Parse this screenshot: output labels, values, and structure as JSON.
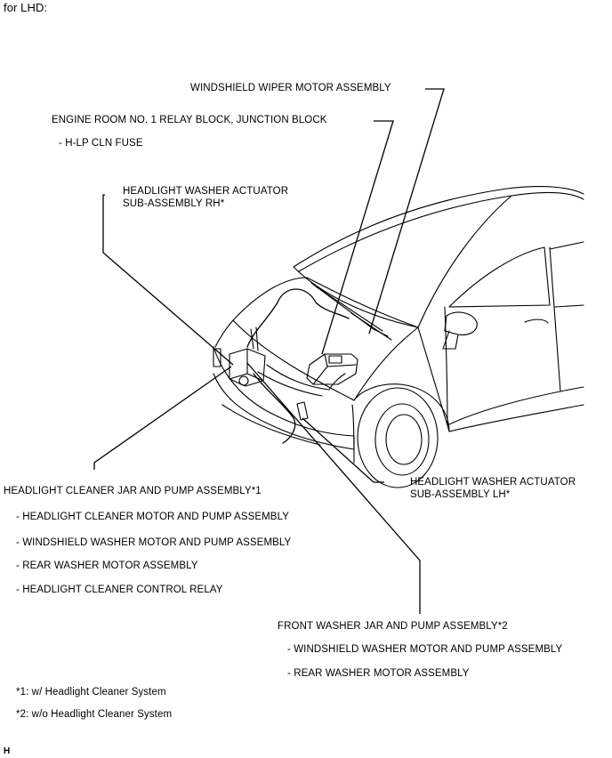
{
  "header": {
    "text": "for LHD:"
  },
  "labels": {
    "wiper_motor": "WINDSHIELD WIPER MOTOR ASSEMBLY",
    "relay_block": "ENGINE ROOM NO. 1 RELAY BLOCK, JUNCTION BLOCK",
    "relay_block_sub": "- H-LP CLN FUSE",
    "actuator_rh_line1": "HEADLIGHT WASHER ACTUATOR",
    "actuator_rh_line2": "SUB-ASSEMBLY RH*",
    "cleaner_jar": "HEADLIGHT CLEANER JAR AND PUMP ASSEMBLY*1",
    "cleaner_jar_items": [
      "- HEADLIGHT CLEANER MOTOR AND PUMP ASSEMBLY",
      "- WINDSHIELD WASHER MOTOR AND PUMP ASSEMBLY",
      "- REAR WASHER MOTOR ASSEMBLY",
      "- HEADLIGHT CLEANER CONTROL RELAY"
    ],
    "actuator_lh_line1": "HEADLIGHT WASHER ACTUATOR",
    "actuator_lh_line2": "SUB-ASSEMBLY LH*",
    "front_jar": "FRONT WASHER JAR AND PUMP ASSEMBLY*2",
    "front_jar_items": [
      "- WINDSHIELD WASHER MOTOR AND PUMP ASSEMBLY",
      "- REAR WASHER MOTOR ASSEMBLY"
    ]
  },
  "footnotes": [
    "*1: w/ Headlight Cleaner System",
    "*2: w/o Headlight Cleaner System"
  ],
  "corner_mark": "H"
}
